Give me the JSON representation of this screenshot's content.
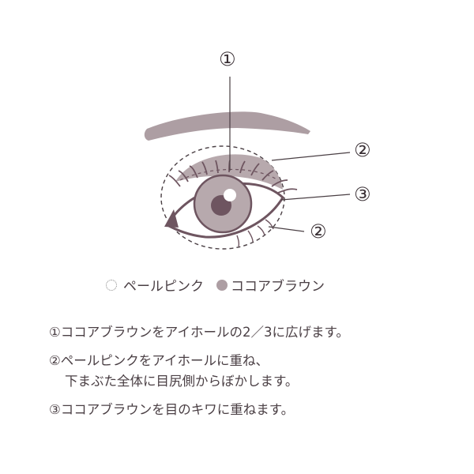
{
  "diagram": {
    "callouts": [
      {
        "id": "1",
        "label": "①",
        "target": "eyelid crease area"
      },
      {
        "id": "2a",
        "label": "②",
        "target": "upper eye hole"
      },
      {
        "id": "3",
        "label": "③",
        "target": "lash line"
      },
      {
        "id": "2b",
        "label": "②",
        "target": "lower eyelid"
      }
    ],
    "colors": {
      "brow": "#ad9ea3",
      "shadow_cocoa": "#b7a9ad",
      "liner": "#6e5560",
      "iris": "#b7a9ad",
      "pupil": "#6e5560",
      "dashed": "#4a3f44"
    }
  },
  "legend": {
    "pale_pink": "ペールピンク",
    "cocoa_brown": "ココアブラウン"
  },
  "steps": {
    "s1": "①ココアブラウンをアイホールの2／3に広げます。",
    "s2a": "②ペールピンクをアイホールに重ね、",
    "s2b": "下まぶた全体に目尻側からぼかします。",
    "s3": "③ココアブラウンを目のキワに重ねます。"
  }
}
